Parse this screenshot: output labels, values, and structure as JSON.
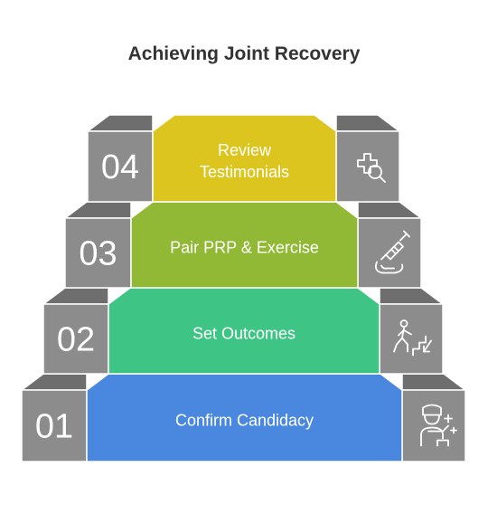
{
  "title": "Achieving Joint Recovery",
  "steps": [
    {
      "number": "01",
      "lines": [
        "Confirm Candidacy"
      ],
      "color": "#4A88E0",
      "icon": "doctor-patient-icon"
    },
    {
      "number": "02",
      "lines": [
        "Set Outcomes"
      ],
      "color": "#3EC585",
      "icon": "stairs-climb-icon"
    },
    {
      "number": "03",
      "lines": [
        "Pair PRP & Exercise"
      ],
      "color": "#92B935",
      "icon": "syringe-icon"
    },
    {
      "number": "04",
      "lines": [
        "Review",
        "Testimonials"
      ],
      "color": "#DCC51E",
      "icon": "medical-search-icon"
    }
  ],
  "colors": {
    "side_block": "#8C8C8C",
    "side_top": "#6E6E6E",
    "outline": "#ffffff"
  }
}
